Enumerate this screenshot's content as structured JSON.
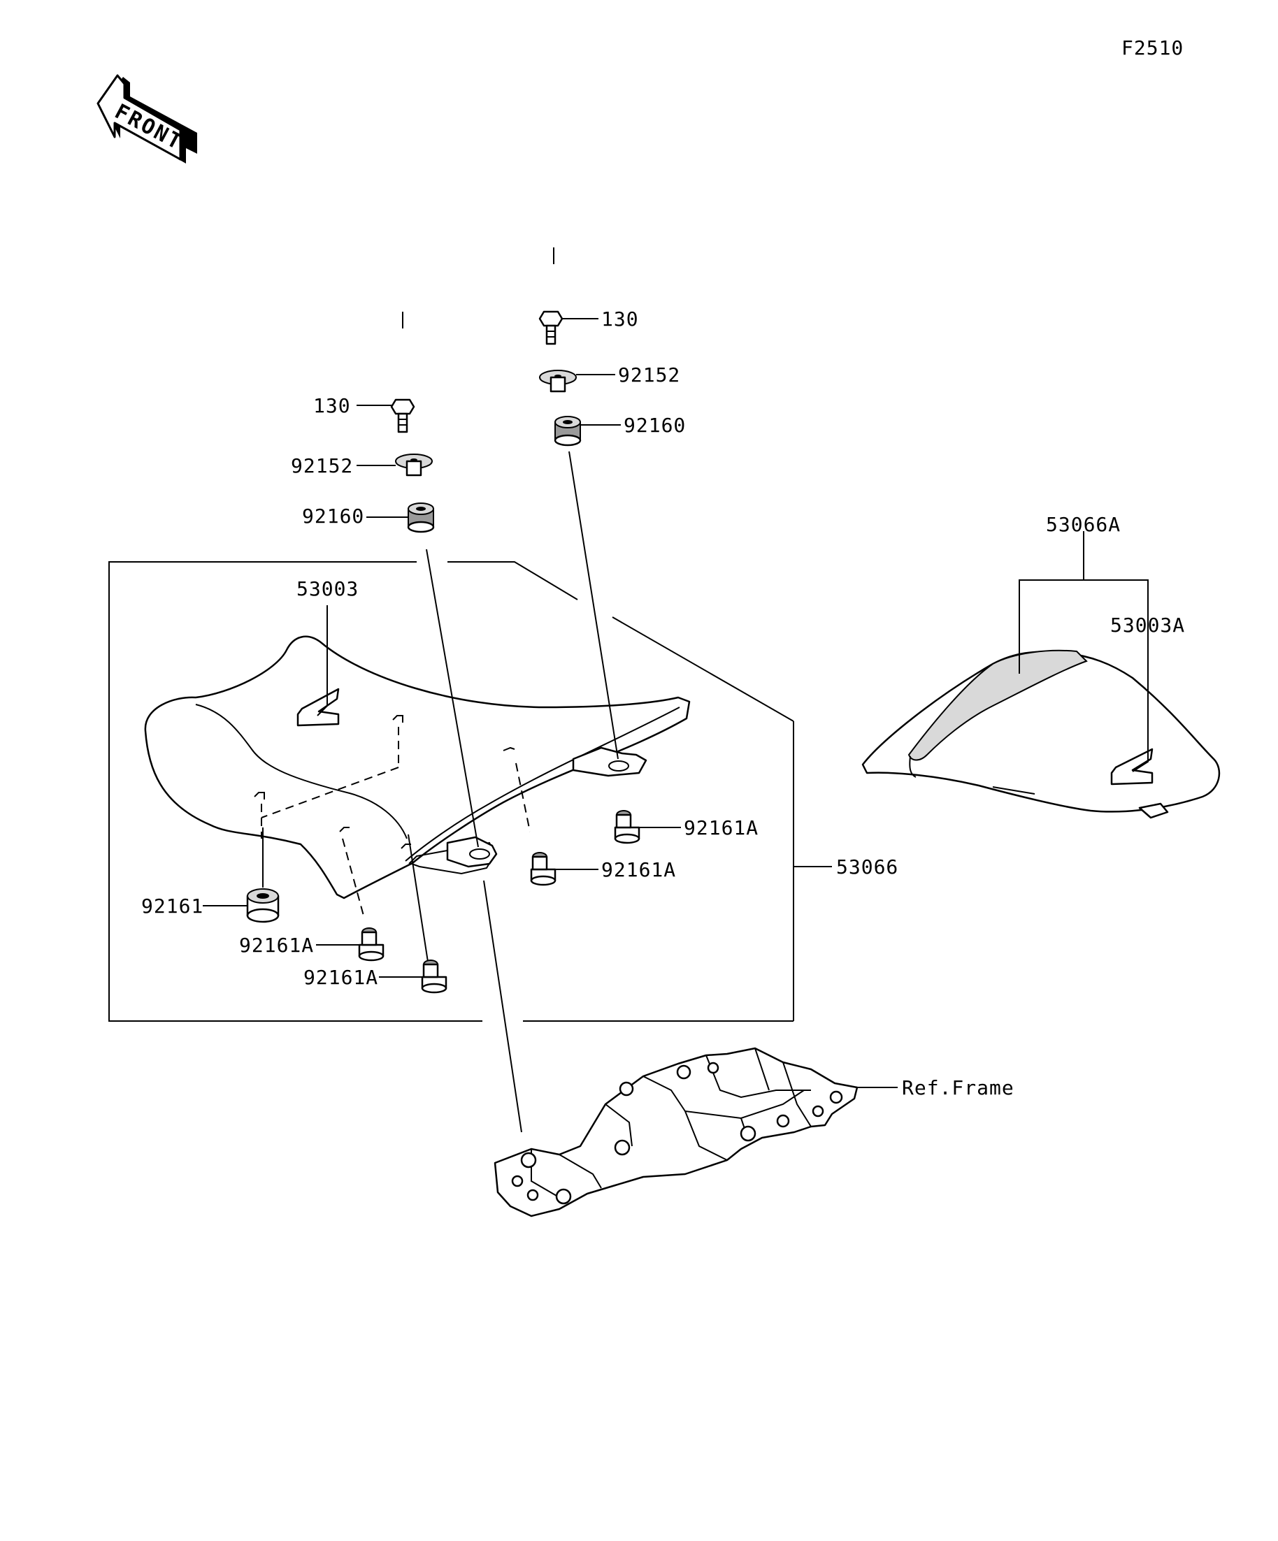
{
  "figure_code": "F2510",
  "front_arrow": {
    "text": "FRONT",
    "icon": "front-direction-arrow-icon"
  },
  "callouts": {
    "bolt_left": "130",
    "washer_left": "92152",
    "grommet_left": "92160",
    "bolt_right": "130",
    "washer_right": "92152",
    "grommet_right": "92160",
    "seat_cover": "53003",
    "seat_assy": "53066",
    "rear_seat_assy": "53066A",
    "rear_seat_cover": "53003A",
    "damper_92161": "92161",
    "damper_a1": "92161A",
    "damper_a2": "92161A",
    "damper_a3": "92161A",
    "damper_a4": "92161A",
    "ref_frame": "Ref.Frame"
  }
}
